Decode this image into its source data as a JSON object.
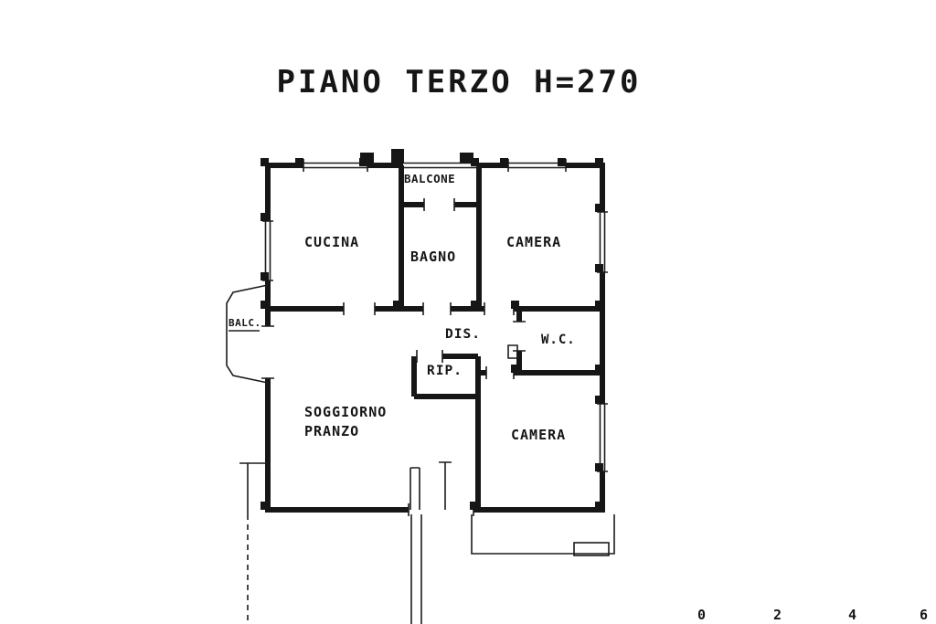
{
  "title": "PIANO TERZO H=270",
  "rooms": {
    "balcone": "BALCONE",
    "cucina": "CUCINA",
    "bagno": "BAGNO",
    "camera_top": "CAMERA",
    "balc": "BALC.",
    "dis": "DIS.",
    "wc": "W.C.",
    "rip": "RIP.",
    "soggiorno_line1": "SOGGIORNO",
    "soggiorno_line2": "PRANZO",
    "camera_bottom": "CAMERA"
  },
  "scale_bar": {
    "labels": [
      "0",
      "2",
      "4",
      "6"
    ]
  },
  "colors": {
    "ink": "#161616",
    "background": "#ffffff"
  }
}
